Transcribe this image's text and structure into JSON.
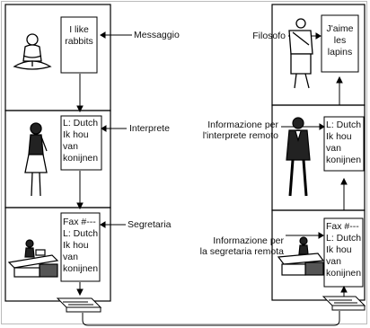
{
  "left": {
    "note1": [
      "I like",
      "rabbits"
    ],
    "note2": [
      "L: Dutch",
      "Ik hou",
      "van",
      "konijnen"
    ],
    "note3": [
      "Fax #---",
      "L: Dutch",
      "Ik hou",
      "van",
      "konijnen"
    ],
    "labels": {
      "messaggio": "Messaggio",
      "interprete": "Interprete",
      "segretaria": "Segretaria"
    }
  },
  "right": {
    "note1": [
      "J'aime",
      "les",
      "lapins"
    ],
    "note2": [
      "L: Dutch",
      "Ik hou",
      "van",
      "konijnen"
    ],
    "note3": [
      "Fax #---",
      "L: Dutch",
      "Ik hou",
      "van",
      "konijnen"
    ],
    "labels": {
      "filosofo": "Filosofo",
      "info_interprete": [
        "Informazione per",
        "l'interprete remoto"
      ],
      "info_segretaria": [
        "Informazione per",
        "la segretaria remota"
      ]
    }
  }
}
